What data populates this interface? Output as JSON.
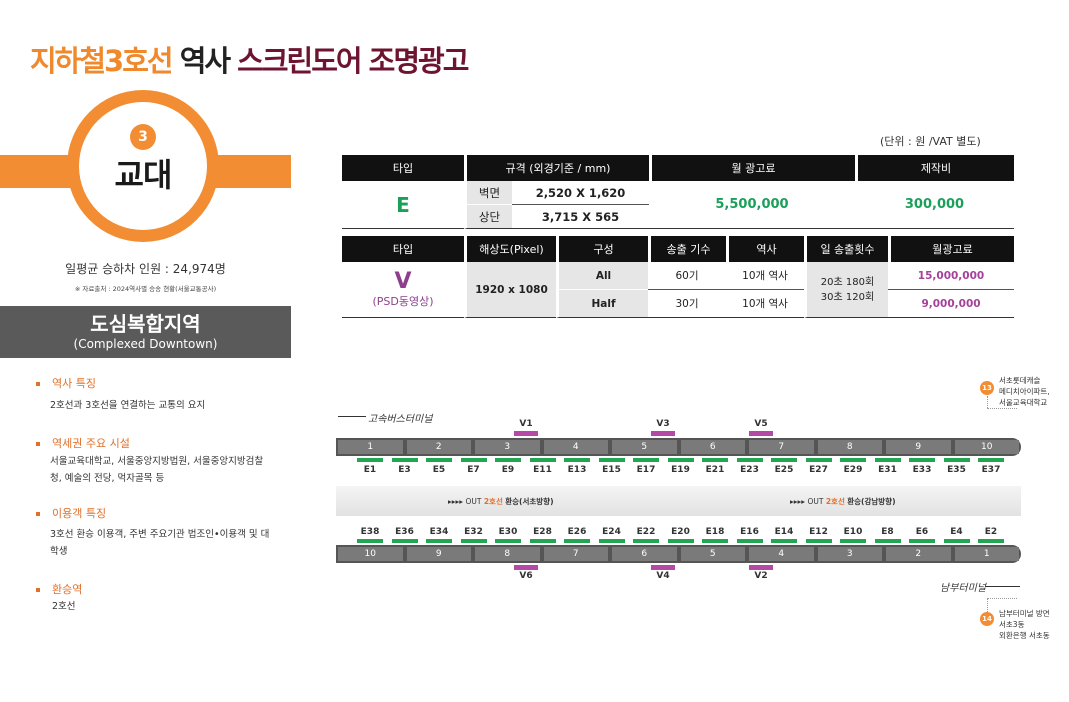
{
  "title": {
    "part1": "지하철3호선",
    "part2": " 역사 ",
    "part3": "스크린도어 조명광고"
  },
  "station": {
    "line_no": "3",
    "name": "교대"
  },
  "ridership": "일평균 승하차 인원 : 24,974명",
  "source": "※ 자료출처 : 2024역사별 승송 현황(서울교통공사)",
  "area": {
    "ko": "도심복합지역",
    "en": "(Complexed Downtown)"
  },
  "features": [
    {
      "head": "역사 특징",
      "body": "2호선과 3호선을 연결하는 교통의 요지"
    },
    {
      "head": "역세권 주요 시설",
      "body": "서울교육대학교, 서울중앙지방법원, 서울중앙지방검찰청, 예술의 전당, 먹자골목 등"
    },
    {
      "head": "이용객 특징",
      "body": "3호선 환승 이용객, 주변 주요기관 법조인•이용객 및 대학생"
    },
    {
      "head": "환승역",
      "body": "2호선"
    }
  ],
  "unit": "(단위 : 원 /VAT 별도)",
  "table1": {
    "headers": [
      "타입",
      "규격 (외경기준 / mm)",
      "월 광고료",
      "제작비"
    ],
    "type": "E",
    "rows": [
      {
        "k": "벽면",
        "v": "2,520 X 1,620"
      },
      {
        "k": "상단",
        "v": "3,715 X 565"
      }
    ],
    "fee": "5,500,000",
    "production": "300,000"
  },
  "table2": {
    "headers": [
      "타입",
      "해상도(Pixel)",
      "구성",
      "송출 기수",
      "역사",
      "일 송출횟수",
      "월광고료"
    ],
    "type": "V",
    "type_sub": "(PSD동영상)",
    "resolution": "1920 x 1080",
    "rows": [
      {
        "comp": "All",
        "units": "60기",
        "stations": "10개 역사",
        "fee": "15,000,000"
      },
      {
        "comp": "Half",
        "units": "30기",
        "stations": "10개 역사",
        "fee": "9,000,000"
      }
    ],
    "daily1": "20초 180회",
    "daily2": "30초 120회"
  },
  "diagram": {
    "top_note": "고속버스터미널",
    "bottom_note": "남부터미널",
    "top_cars": [
      "1",
      "2",
      "3",
      "4",
      "5",
      "6",
      "7",
      "8",
      "9",
      "10"
    ],
    "bottom_cars": [
      "10",
      "9",
      "8",
      "7",
      "6",
      "5",
      "4",
      "3",
      "2",
      "1"
    ],
    "top_e": [
      "E1",
      "E3",
      "E5",
      "E7",
      "E9",
      "E11",
      "E13",
      "E15",
      "E17",
      "E19",
      "E21",
      "E23",
      "E25",
      "E27",
      "E29",
      "E31",
      "E33",
      "E35",
      "E37"
    ],
    "bottom_e": [
      "E38",
      "E36",
      "E34",
      "E32",
      "E30",
      "E28",
      "E26",
      "E24",
      "E22",
      "E20",
      "E18",
      "E16",
      "E14",
      "E12",
      "E10",
      "E8",
      "E6",
      "E4",
      "E2"
    ],
    "top_v": [
      "V1",
      "V3",
      "V5"
    ],
    "bottom_v": [
      "V6",
      "V4",
      "V2"
    ],
    "exit_left": {
      "out": "OUT",
      "line": "2호선",
      "text": "환승(서초방향)"
    },
    "exit_right": {
      "out": "OUT",
      "line": "2호선",
      "text": "환승(강남방향)"
    },
    "pin13": {
      "no": "13",
      "l1": "서초롯데캐슬",
      "l2": "메디치아이파트,",
      "l3": "서울교육대학교"
    },
    "pin14": {
      "no": "14",
      "l1": "남부터미널 방면",
      "l2": "서초3동",
      "l3": "외환은행 서초동"
    }
  },
  "colors": {
    "orange": "#f28d33",
    "maroon": "#6e1330",
    "green": "#22a652",
    "purple": "#b54aa6"
  }
}
